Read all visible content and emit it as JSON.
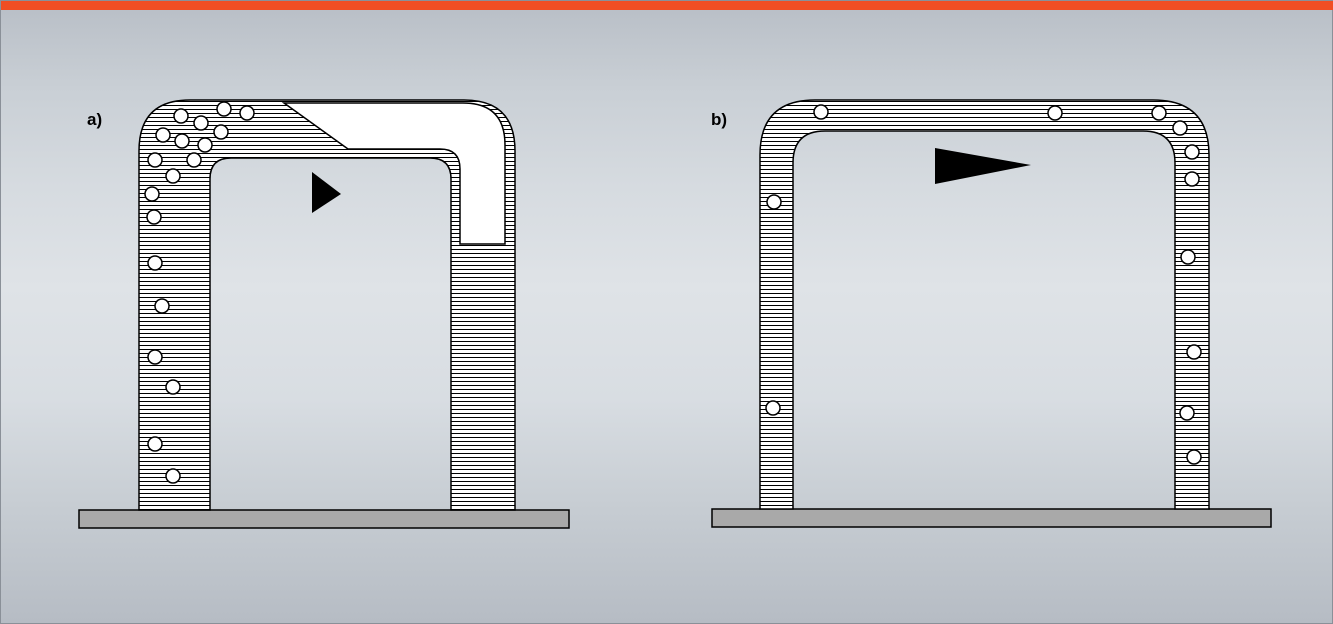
{
  "colors": {
    "accent_bar": "#f04e23",
    "hatch": "#000000",
    "hatch_fill": "#ffffff",
    "base_plate": "#a9a9a9",
    "pore": "#ffffff",
    "arrow": "#000000"
  },
  "panels": [
    {
      "id": "a",
      "label": "a)"
    },
    {
      "id": "b",
      "label": "b)"
    }
  ]
}
